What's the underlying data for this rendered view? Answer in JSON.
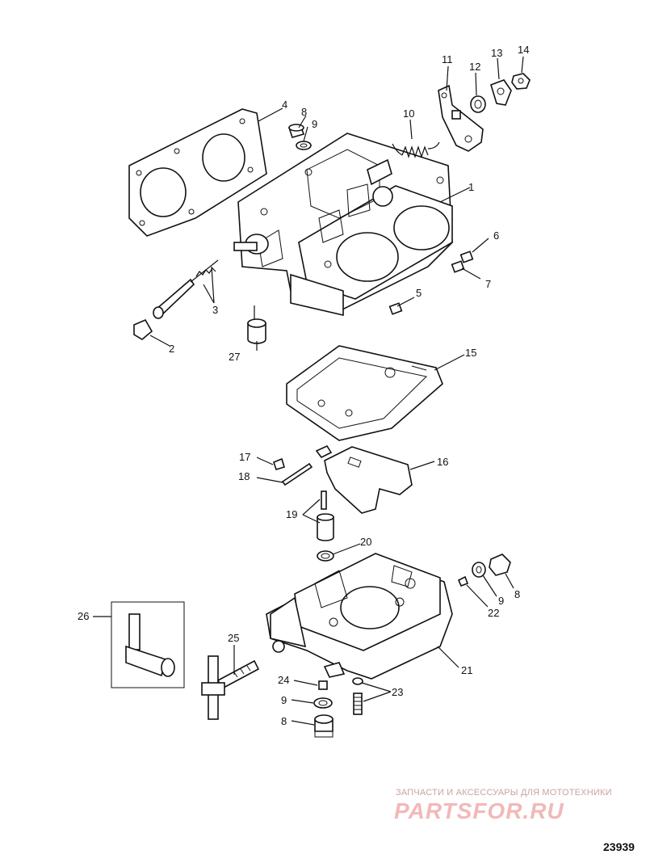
{
  "diagram": {
    "callouts": {
      "c1": "1",
      "c2": "2",
      "c3": "3",
      "c4": "4",
      "c5": "5",
      "c6": "6",
      "c7": "7",
      "c8a": "8",
      "c8b": "8",
      "c8c": "8",
      "c9a": "9",
      "c9b": "9",
      "c9c": "9",
      "c10": "10",
      "c11": "11",
      "c12": "12",
      "c13": "13",
      "c14": "14",
      "c15": "15",
      "c16": "16",
      "c17": "17",
      "c18": "18",
      "c19": "19",
      "c20": "20",
      "c21": "21",
      "c22": "22",
      "c23": "23",
      "c24": "24",
      "c25": "25",
      "c26": "26",
      "c27": "27"
    },
    "figure_id": "23939"
  },
  "watermark": {
    "tagline": "ЗАПЧАСТИ И АКСЕССУАРЫ ДЛЯ МОТОТЕХНИКИ",
    "logo": "PARTSFOR.RU"
  }
}
